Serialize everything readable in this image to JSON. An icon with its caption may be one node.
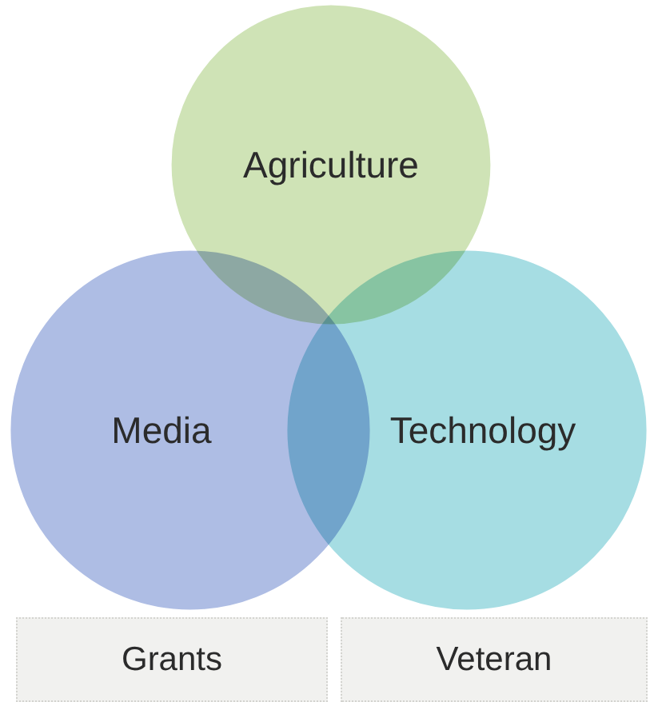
{
  "diagram": {
    "nodes": [
      {
        "text": [
          "Agriculture"
        ]
      },
      {
        "text": [
          "Media"
        ]
      },
      {
        "text": [
          "Technology"
        ]
      },
      {
        "text": [
          "Grants"
        ]
      },
      {
        "text": [
          "Veteran"
        ]
      }
    ]
  }
}
